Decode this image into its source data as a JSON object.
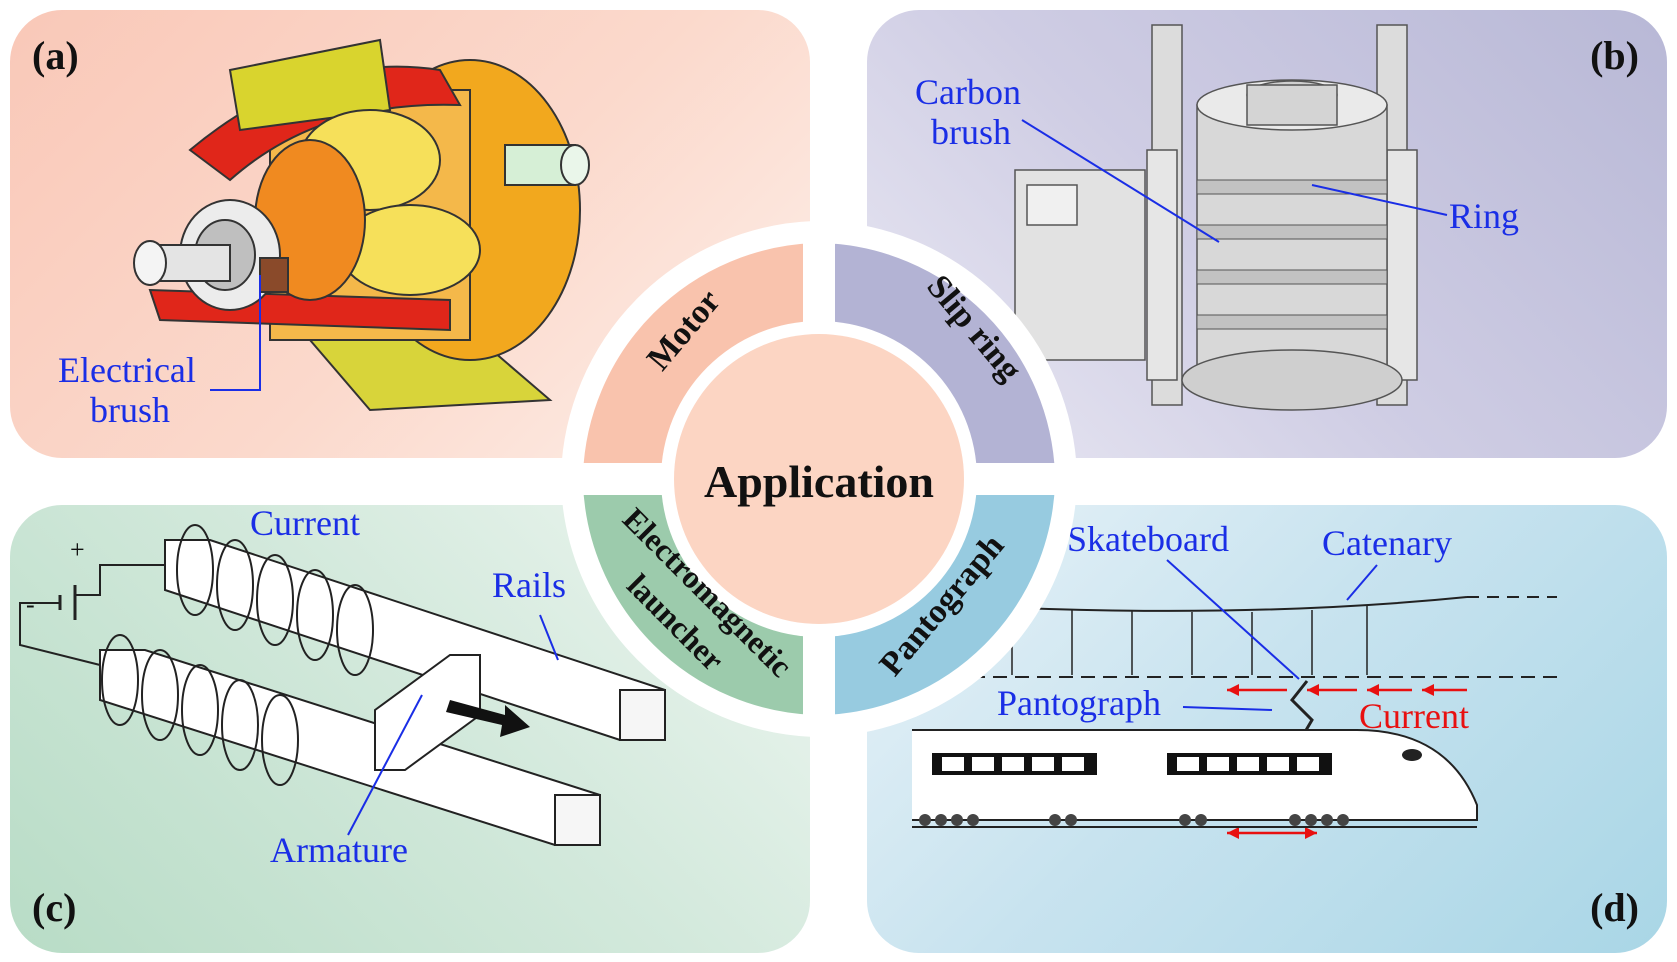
{
  "center": {
    "title": "Application"
  },
  "sectors": {
    "motor": "Motor",
    "slip_ring": "Slip ring",
    "launcher_line1": "Electromagnetic",
    "launcher_line2": "launcher",
    "pantograph": "Pantograph"
  },
  "panel_a": {
    "label": "(a)",
    "brush_line1": "Electrical",
    "brush_line2": "brush"
  },
  "panel_b": {
    "label": "(b)",
    "carbon_line1": "Carbon",
    "carbon_line2": "brush",
    "ring": "Ring"
  },
  "panel_c": {
    "label": "(c)",
    "current": "Current",
    "rails": "Rails",
    "armature": "Armature",
    "plus": "+",
    "minus": "-"
  },
  "panel_d": {
    "label": "(d)",
    "skateboard": "Skateboard",
    "catenary": "Catenary",
    "pantograph": "Pantograph",
    "current": "Current"
  },
  "colors": {
    "motor": "#f9c3ad",
    "slip_ring": "#b3b3d4",
    "launcher": "#9ccbac",
    "pantograph": "#97cbe0",
    "center": "#fcd5c3",
    "callout_blue": "#1a2ee6",
    "current_red": "#e81010"
  }
}
